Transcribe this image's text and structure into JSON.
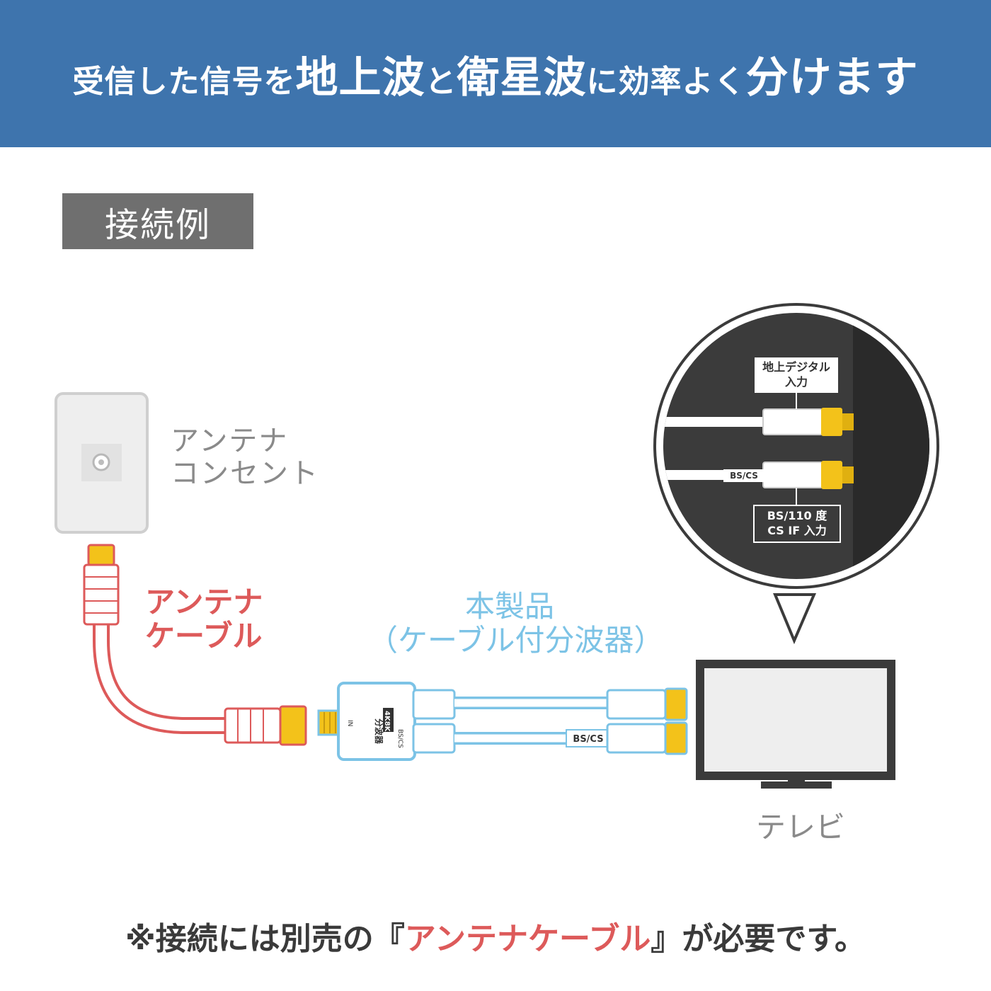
{
  "headline": {
    "part1": "受信した信号を",
    "part2": "地上波",
    "part3": "と",
    "part4": "衛星波",
    "part5": "に効率よく",
    "part6": "分けます"
  },
  "section_label": "接続例",
  "outlet": {
    "line1": "アンテナ",
    "line2": "コンセント"
  },
  "antenna_cable": {
    "line1": "アンテナ",
    "line2": "ケーブル"
  },
  "product": {
    "line1": "本製品",
    "line2": "（ケーブル付分波器）"
  },
  "tv_label": "テレビ",
  "callout": {
    "digital_line1": "地上デジタル",
    "digital_line2": "入力",
    "bscs_cable_tag": "BS/CS",
    "bs_line1": "BS/110 度",
    "bs_line2": "CS IF 入力"
  },
  "splitter": {
    "name": "分波器",
    "badge": "4K8K",
    "in_label": "IN",
    "bscs_port": "BS/CS",
    "cable_tag": "BS/CS"
  },
  "footer": {
    "prefix": "※接続には別売の『",
    "accent": "アンテナケーブル",
    "suffix": "』が必要です。"
  },
  "colors": {
    "header_bg": "#3e74ad",
    "label_bg": "#6f6f6f",
    "cable_red": "#dd5a5a",
    "product_blue": "#7cc3e6",
    "connector_gold": "#f3c21a",
    "callout_dark": "#3b3b3b"
  }
}
